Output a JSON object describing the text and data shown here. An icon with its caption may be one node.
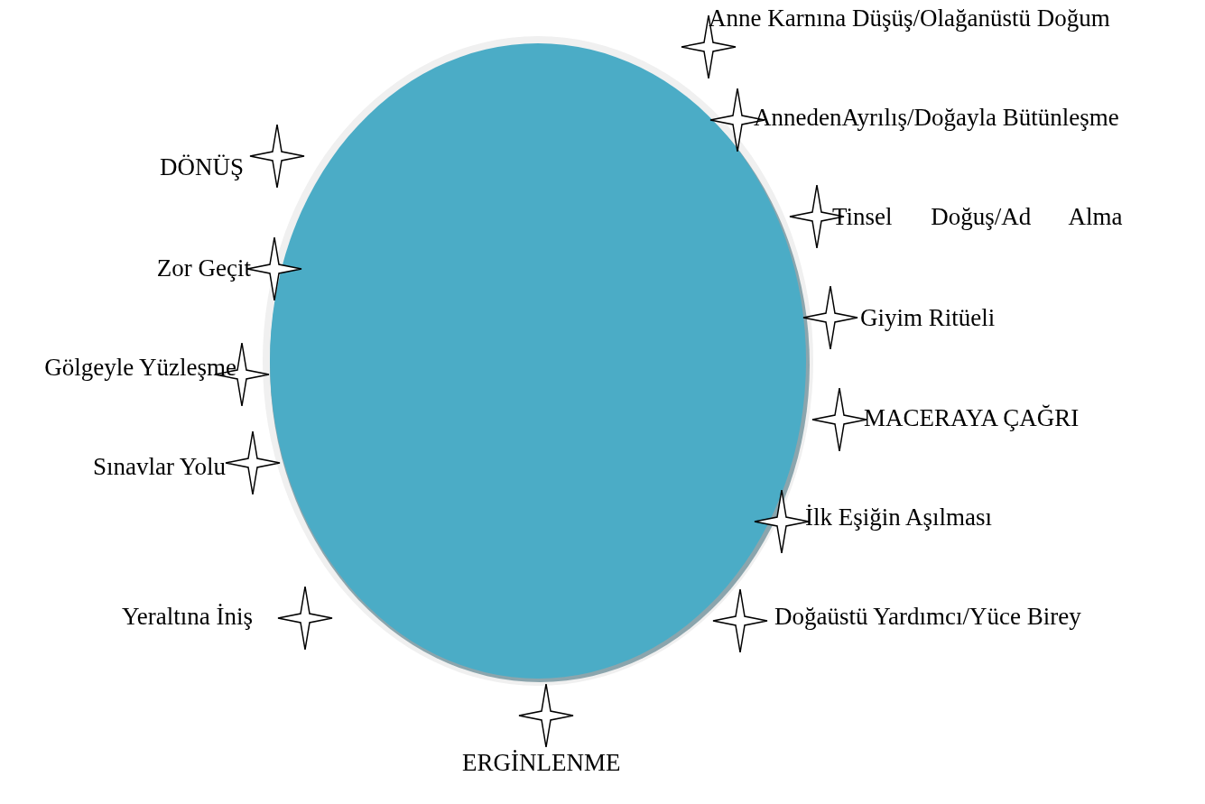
{
  "diagram": {
    "nodes": [
      {
        "text": [],
        "shape": "circle"
      }
    ],
    "labels": [
      "Anne Karnına Düşüş/Olağanüstü Doğum",
      "AnnedenAyrılış/Doğayla Bütünleşme",
      "DÖNÜŞ",
      "Tinsel Doğuş/Ad Alma",
      "Zor Geçit",
      "Giyim Ritüeli",
      "Gölgeyle Yüzleşme",
      "MACERAYA ÇAĞRI",
      "Sınavlar Yolu",
      "İlk Eşiğin Aşılması",
      "Yeraltına İniş",
      "Doğaüstü Yardımcı/Yüce Birey",
      "ERGİNLENME"
    ]
  }
}
